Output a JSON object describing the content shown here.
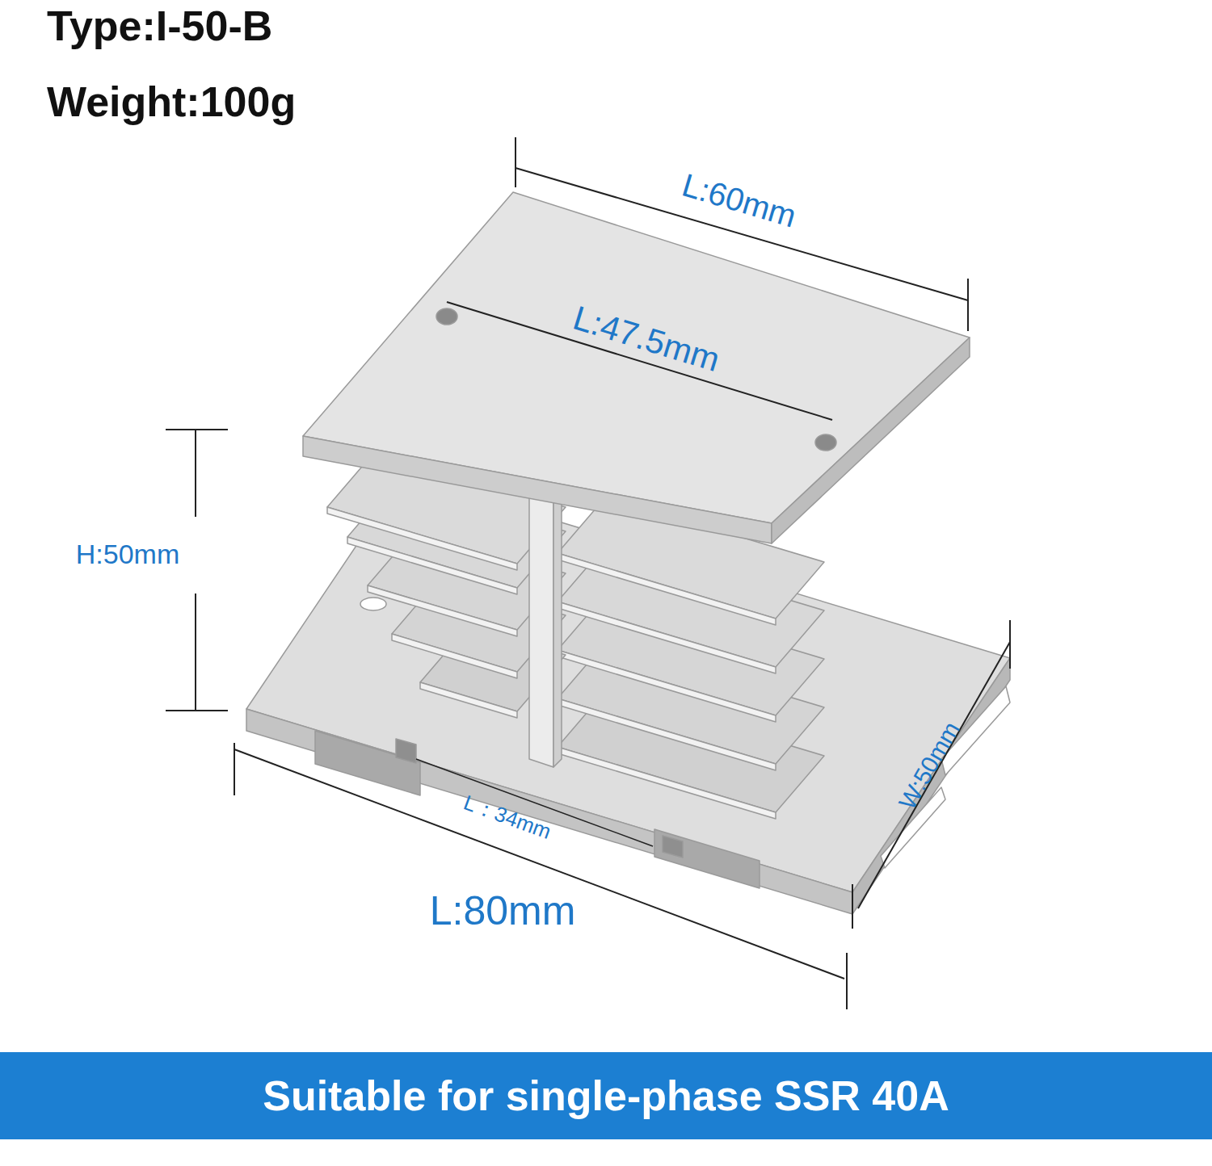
{
  "diagram": {
    "caption": "Suitable for single-phase SSR 40A",
    "labels": [
      "Type:I-50-B",
      "Weight:100g",
      "L:60mm",
      "L:47.5mm",
      "H:50mm",
      "L：34mm",
      "L:80mm",
      "W:50mm"
    ]
  }
}
